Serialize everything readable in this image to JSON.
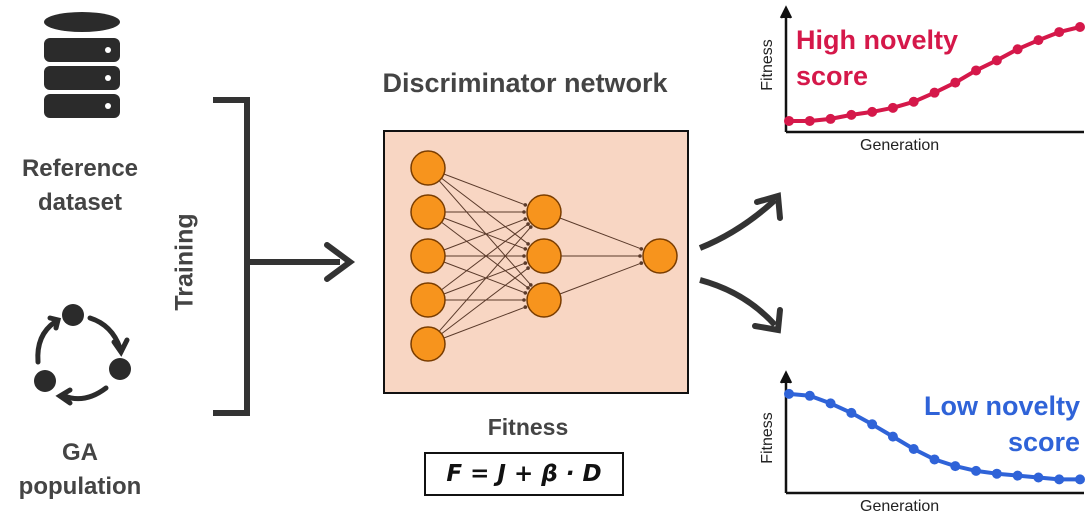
{
  "left": {
    "reference_dataset": "Reference dataset",
    "ga_population": "GA population",
    "training": "Training"
  },
  "center": {
    "discriminator_title": "Discriminator network",
    "fitness_label": "Fitness",
    "formula": "F = J + β · D",
    "network_layers": [
      5,
      3,
      1
    ]
  },
  "right": {
    "high_plot": {
      "title": "High novelty score",
      "xlabel": "Generation",
      "ylabel": "Fitness",
      "color": "#d5184a",
      "values": [
        0.05,
        0.05,
        0.07,
        0.11,
        0.14,
        0.18,
        0.24,
        0.33,
        0.43,
        0.55,
        0.65,
        0.76,
        0.85,
        0.93,
        0.98
      ]
    },
    "low_plot": {
      "title": "Low novelty score",
      "xlabel": "Generation",
      "ylabel": "Fitness",
      "color": "#2f63d8",
      "values": [
        0.98,
        0.96,
        0.88,
        0.78,
        0.66,
        0.53,
        0.4,
        0.29,
        0.22,
        0.17,
        0.14,
        0.12,
        0.1,
        0.08,
        0.08
      ]
    }
  },
  "colors": {
    "neuron": "#f7941d",
    "neuron_stroke": "#7a3d00",
    "network_bg": "#f8d6c3",
    "arrow": "#3a3a3a",
    "icon": "#2b2b2b"
  }
}
